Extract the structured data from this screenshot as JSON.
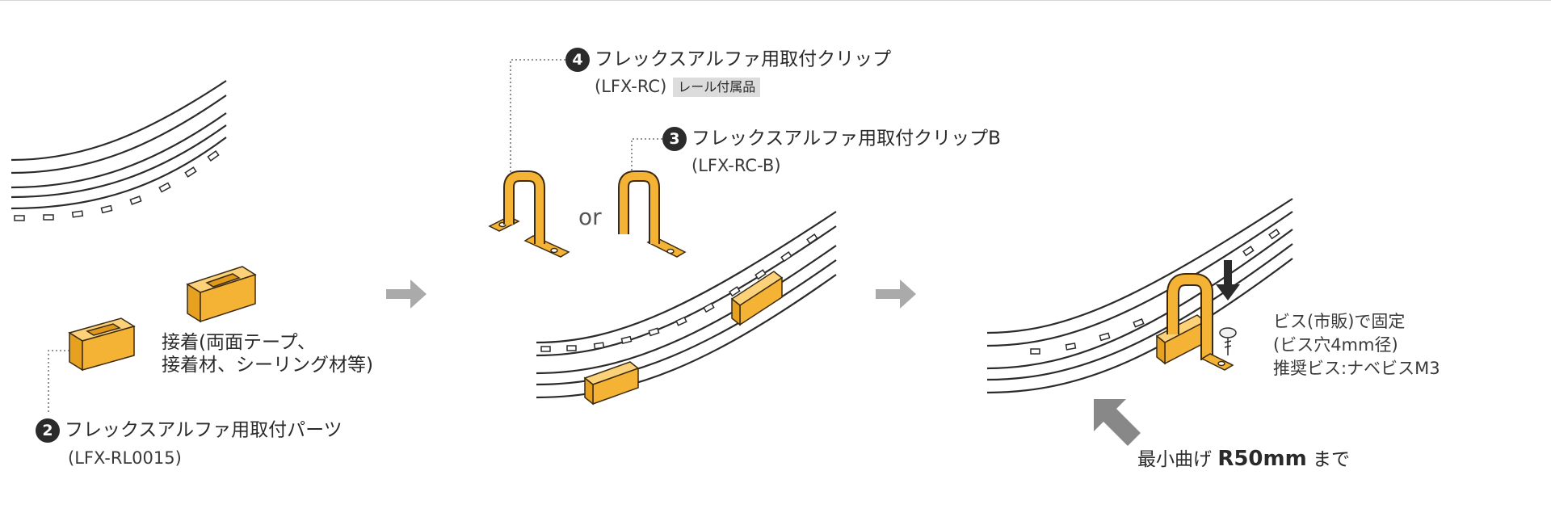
{
  "step1": {
    "adhesive_note_line1": "接着(両面テープ、",
    "adhesive_note_line2": "接着材、シーリング材等)",
    "part_number": "2",
    "part_name": "フレックスアルファ用取付パーツ",
    "part_code": "(LFX-RL0015)"
  },
  "step2": {
    "clip_a_number": "4",
    "clip_a_name": "フレックスアルファ用取付クリップ",
    "clip_a_code": "(LFX-RC)",
    "clip_a_tag": "レール付属品",
    "clip_b_number": "3",
    "clip_b_name": "フレックスアルファ用取付クリップB",
    "clip_b_code": "(LFX-RC-B)",
    "or_label": "or"
  },
  "step3": {
    "screw_note_line1": "ビス(市販)で固定",
    "screw_note_line2": "(ビス穴4mm径)",
    "screw_note_line3": "推奨ビス:ナベビスM3",
    "bend_prefix": "最小曲げ",
    "bend_value": "R50mm",
    "bend_suffix": "まで"
  },
  "icons": [
    "step-arrow-icon",
    "down-arrow-icon",
    "diagonal-arrow-icon",
    "screw-icon"
  ],
  "colors": {
    "clip": "#f5b335",
    "clip_stroke": "#3a2a10",
    "line": "#2b2b2b",
    "arrow": "#aaaaaa"
  }
}
